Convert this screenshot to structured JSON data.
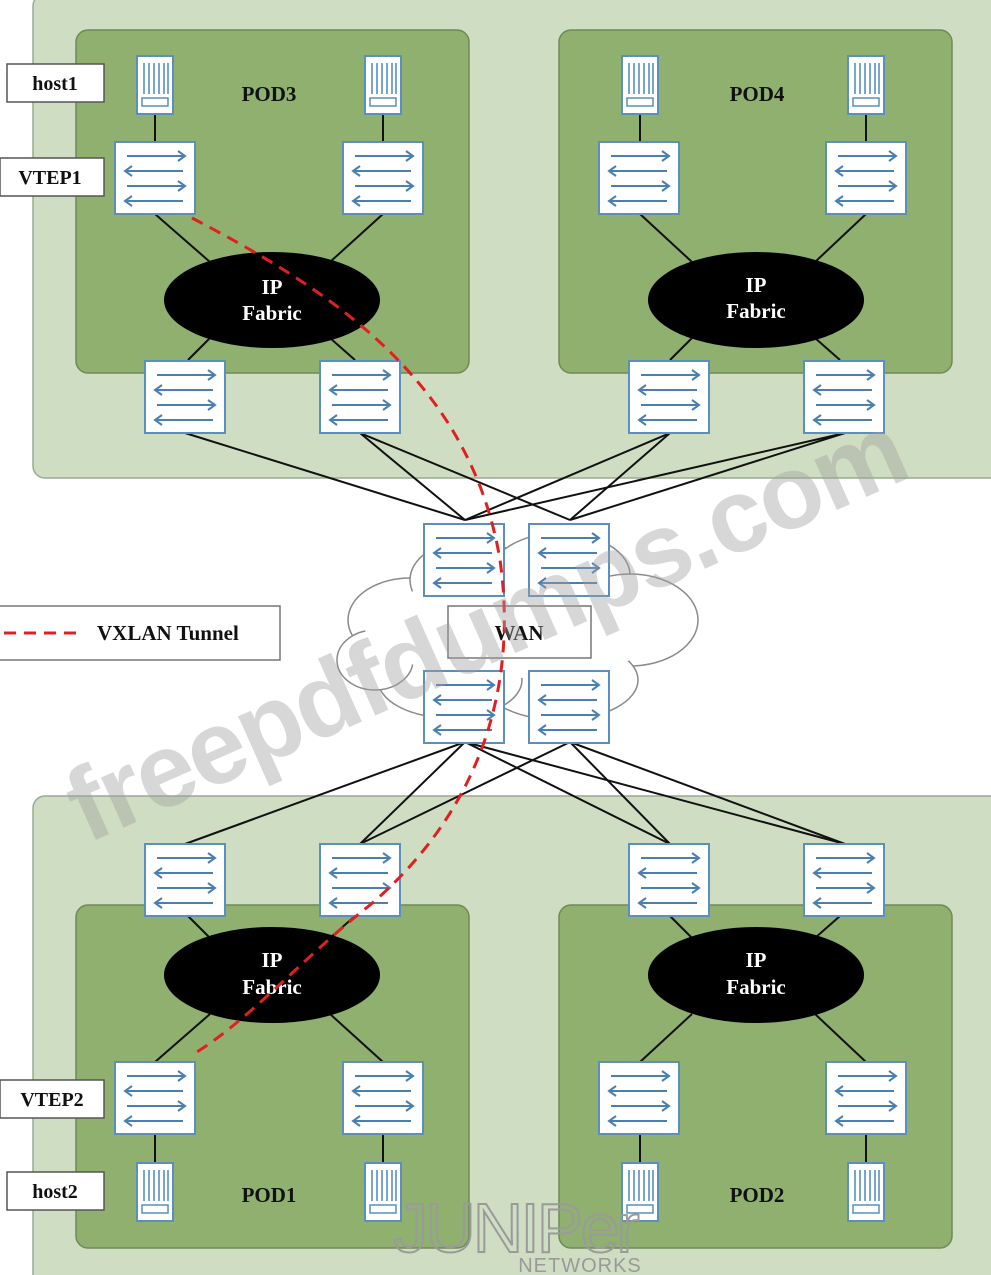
{
  "pods": {
    "pod3": {
      "label": "POD3",
      "fabric_line1": "IP",
      "fabric_line2": "Fabric"
    },
    "pod4": {
      "label": "POD4",
      "fabric_line1": "IP",
      "fabric_line2": "Fabric"
    },
    "pod1": {
      "label": "POD1",
      "fabric_line1": "IP",
      "fabric_line2": "Fabric"
    },
    "pod2": {
      "label": "POD2",
      "fabric_line1": "IP",
      "fabric_line2": "Fabric"
    }
  },
  "wan": {
    "label": "WAN"
  },
  "side_labels": {
    "host1": "host1",
    "vtep1": "VTEP1",
    "vtep2": "VTEP2",
    "host2": "host2"
  },
  "legend": {
    "label": "VXLAN Tunnel"
  },
  "watermark": {
    "text": "freepdfdumps.com"
  },
  "brand": {
    "name": "JUNIPer",
    "sub": "NETWORKS"
  },
  "colors": {
    "outer_region": "#cfddc2",
    "pod_fill": "#8fb06f",
    "switch_border": "#5a8fbe",
    "switch_arrow": "#4a7fb2",
    "tunnel": "#e02020"
  }
}
